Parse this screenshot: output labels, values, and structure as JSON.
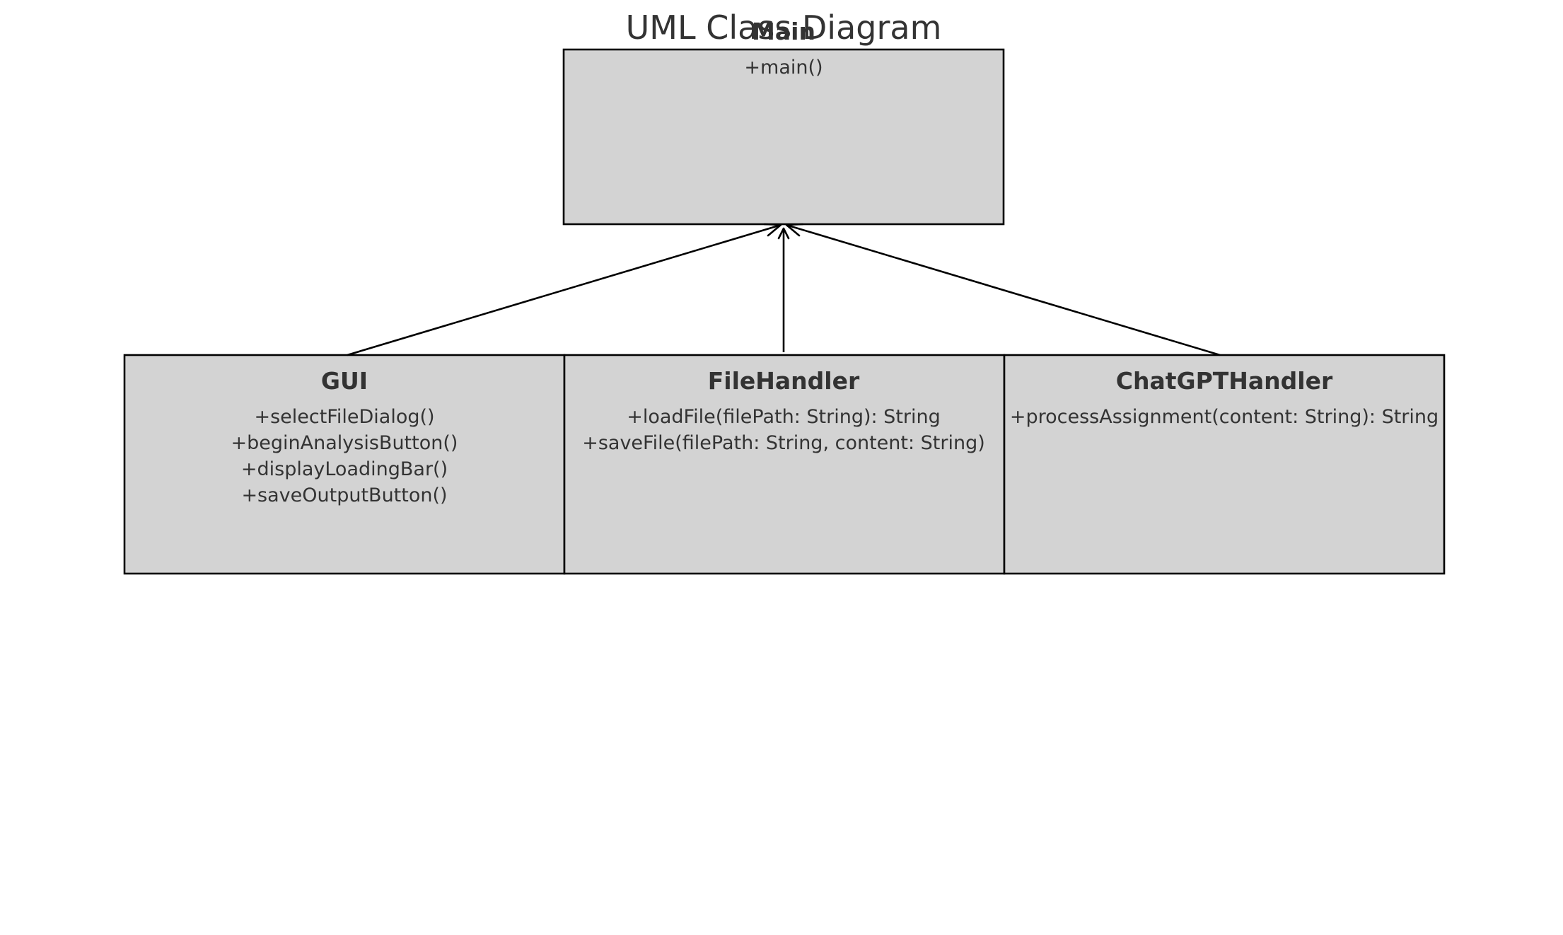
{
  "diagram": {
    "title": "UML Class Diagram",
    "classes": [
      {
        "name": "Main",
        "methods": [
          "+main()"
        ]
      },
      {
        "name": "GUI",
        "methods": [
          "+selectFileDialog()",
          "+beginAnalysisButton()",
          "+displayLoadingBar()",
          "+saveOutputButton()"
        ]
      },
      {
        "name": "FileHandler",
        "methods": [
          "+loadFile(filePath: String): String",
          "+saveFile(filePath: String, content: String)"
        ]
      },
      {
        "name": "ChatGPTHandler",
        "methods": [
          "+processAssignment(content: String): String"
        ]
      }
    ],
    "relations": [
      {
        "from": "GUI",
        "to": "Main"
      },
      {
        "from": "FileHandler",
        "to": "Main"
      },
      {
        "from": "ChatGPTHandler",
        "to": "Main"
      }
    ],
    "colors": {
      "box_fill": "#d3d3d3",
      "box_stroke": "#000000",
      "text": "#333333",
      "background": "#ffffff"
    }
  }
}
